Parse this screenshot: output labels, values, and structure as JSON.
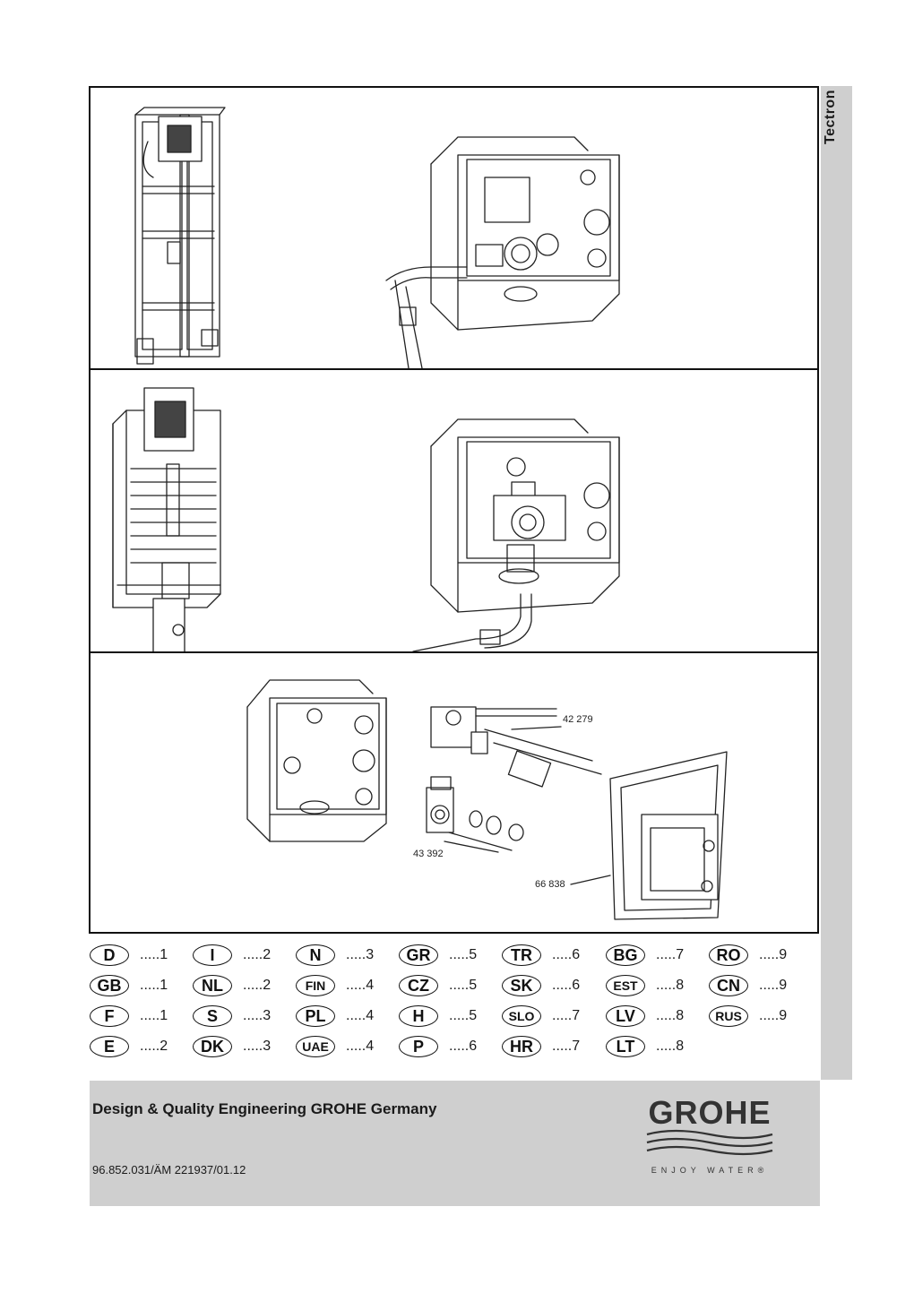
{
  "side_title": "Tectron",
  "part_numbers": {
    "p1": "42 279",
    "p2": "43 392",
    "p3": "66 838"
  },
  "languages": [
    {
      "code": "D",
      "page": ".....1"
    },
    {
      "code": "I",
      "page": ".....2"
    },
    {
      "code": "N",
      "page": ".....3"
    },
    {
      "code": "GR",
      "page": ".....5"
    },
    {
      "code": "TR",
      "page": ".....6"
    },
    {
      "code": "BG",
      "page": ".....7"
    },
    {
      "code": "RO",
      "page": ".....9"
    },
    {
      "code": "GB",
      "page": ".....1"
    },
    {
      "code": "NL",
      "page": ".....2"
    },
    {
      "code": "FIN",
      "page": ".....4"
    },
    {
      "code": "CZ",
      "page": ".....5"
    },
    {
      "code": "SK",
      "page": ".....6"
    },
    {
      "code": "EST",
      "page": ".....8"
    },
    {
      "code": "CN",
      "page": ".....9"
    },
    {
      "code": "F",
      "page": ".....1"
    },
    {
      "code": "S",
      "page": ".....3"
    },
    {
      "code": "PL",
      "page": ".....4"
    },
    {
      "code": "H",
      "page": ".....5"
    },
    {
      "code": "SLO",
      "page": ".....7"
    },
    {
      "code": "LV",
      "page": ".....8"
    },
    {
      "code": "RUS",
      "page": ".....9"
    },
    {
      "code": "E",
      "page": ".....2"
    },
    {
      "code": "DK",
      "page": ".....3"
    },
    {
      "code": "UAE",
      "page": ".....4"
    },
    {
      "code": "P",
      "page": ".....6"
    },
    {
      "code": "HR",
      "page": ".....7"
    },
    {
      "code": "LT",
      "page": ".....8"
    }
  ],
  "footer": {
    "title": "Design & Quality Engineering GROHE Germany",
    "code": "96.852.031/ÄM 221937/01.12"
  },
  "logo": {
    "word": "GROHE",
    "tagline": "ENJOY WATER®"
  }
}
